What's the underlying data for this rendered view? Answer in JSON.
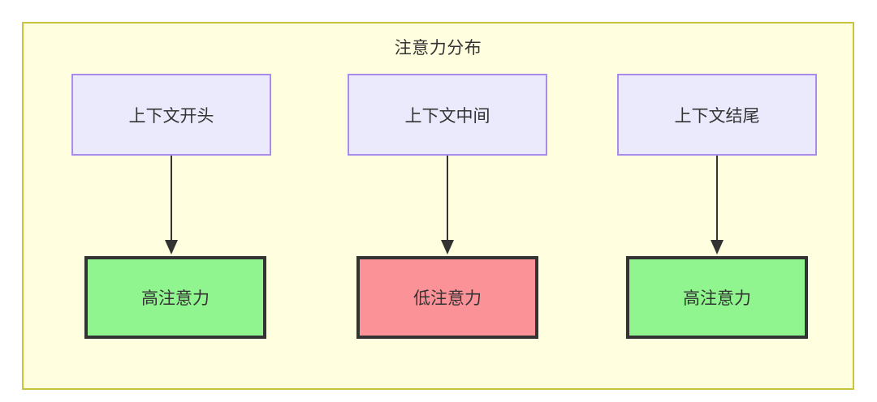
{
  "diagram": {
    "title": "注意力分布",
    "frame_background": "#ffffe0",
    "frame_border_color": "#c8c43c",
    "context_node_fill": "#ebeafc",
    "context_node_border": "#a98bec",
    "high_attention_fill": "#90f58e",
    "low_attention_fill": "#fb9298",
    "attention_node_border": "#333333",
    "connector_color": "#333333",
    "columns": [
      {
        "context_label": "上下文开头",
        "attention_label": "高注意力",
        "attention_level": "high"
      },
      {
        "context_label": "上下文中间",
        "attention_label": "低注意力",
        "attention_level": "low"
      },
      {
        "context_label": "上下文结尾",
        "attention_label": "高注意力",
        "attention_level": "high"
      }
    ]
  }
}
